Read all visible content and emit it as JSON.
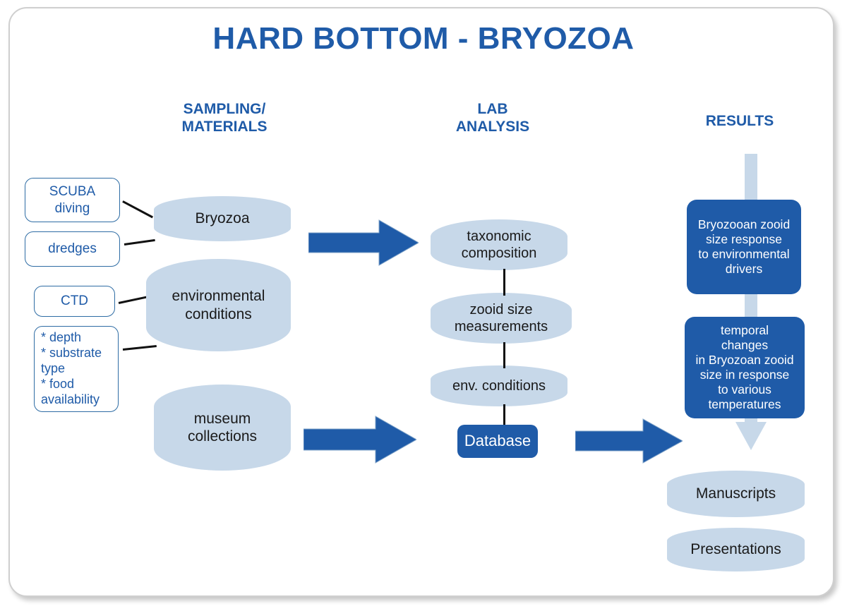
{
  "title": "HARD BOTTOM - BRYOZOA",
  "colors": {
    "accent_blue": "#1F5BA8",
    "light_blue": "#C7D8E9",
    "frame_border": "#cfcfcf",
    "connector": "#111111",
    "text_dark": "#1a1a1a",
    "white": "#ffffff"
  },
  "columns": {
    "sampling": {
      "header": "SAMPLING/\nMATERIALS"
    },
    "lab": {
      "header": "LAB\nANALYSIS"
    },
    "results": {
      "header": "RESULTS"
    }
  },
  "sampling": {
    "methods": [
      {
        "label": "SCUBA\ndiving"
      },
      {
        "label": "dredges"
      },
      {
        "label": "CTD"
      },
      {
        "label": "* depth\n* substrate\ntype\n* food\navailability"
      }
    ],
    "stores": [
      {
        "label": "Bryozoa"
      },
      {
        "label": "environmental\nconditions"
      },
      {
        "label": "museum\ncollections"
      }
    ]
  },
  "lab": {
    "steps": [
      {
        "label": "taxonomic\ncomposition"
      },
      {
        "label": "zooid size\nmeasurements"
      },
      {
        "label": "env. conditions"
      }
    ],
    "database": "Database"
  },
  "results": {
    "outcomes": [
      {
        "label": "Bryozooan zooid\nsize response\nto environmental\ndrivers"
      },
      {
        "label": "temporal\nchanges\nin Bryozoan zooid\nsize  in response\nto various\ntemperatures"
      }
    ],
    "outputs": [
      {
        "label": "Manuscripts"
      },
      {
        "label": "Presentations"
      }
    ]
  },
  "arrows": {
    "bryozoa_to_taxonomic": "arrow-right",
    "museum_to_database": "arrow-right",
    "database_to_results": "arrow-right",
    "results_flow_down": "arrow-down"
  }
}
